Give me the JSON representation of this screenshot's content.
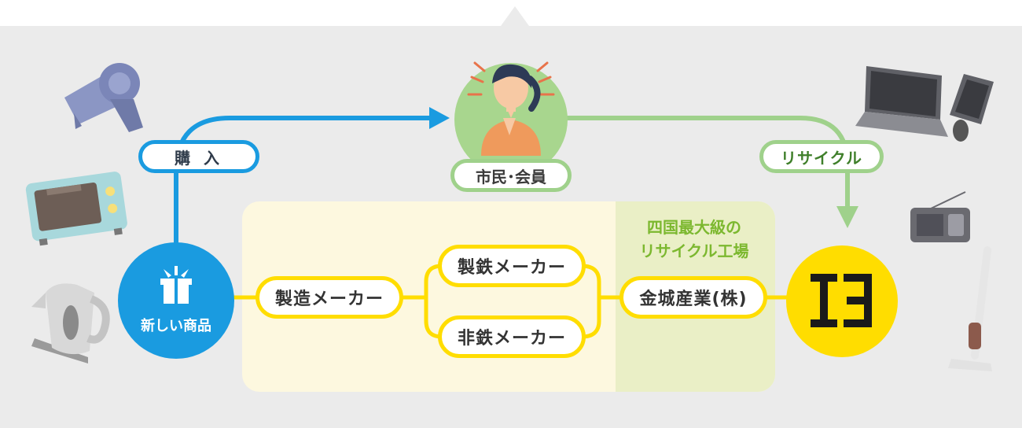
{
  "diagram": {
    "colors": {
      "background": "#ebebeb",
      "panel": "#fdf8df",
      "panel_highlight": "#eaefc6",
      "blue": "#1a9be0",
      "green": "#9fd18b",
      "yellow": "#ffdd00",
      "highlight_text": "#7cb82f"
    },
    "nodes": {
      "new_products": "新しい商品",
      "purchase": "購 入",
      "citizen_member": "市民･会員",
      "recycle": "リサイクル",
      "manufacturer": "製造メーカー",
      "steel_maker": "製鉄メーカー",
      "nonferrous_maker": "非鉄メーカー",
      "kinjo_sangyo": "金城産業(株)"
    },
    "plant_note": {
      "line1": "四国最大級の",
      "line2": "リサイクル工場"
    },
    "logo_text": "エコ",
    "icons": [
      "gift-box-icon",
      "hair-dryer-icon",
      "toaster-oven-icon",
      "electric-kettle-icon",
      "laptop-icon",
      "tablet-icon",
      "mouse-icon",
      "radio-icon",
      "stick-vacuum-icon",
      "woman-citizen-icon",
      "eco-logo-icon"
    ]
  }
}
